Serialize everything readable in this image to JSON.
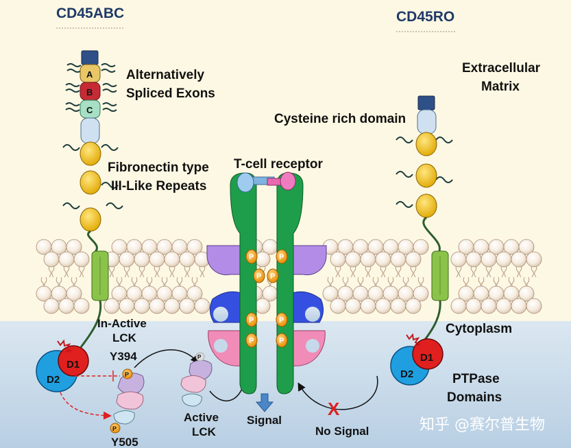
{
  "titles": {
    "left": "CD45ABC",
    "right": "CD45RO"
  },
  "labels": {
    "alt_spliced_1": "Alternatively",
    "alt_spliced_2": "Spliced Exons",
    "exon_a": "A",
    "exon_b": "B",
    "exon_c": "C",
    "fibronectin_1": "Fibronectin type",
    "fibronectin_2": "III-Like Repeats",
    "tcell_receptor": "T-cell receptor",
    "cysteine": "Cysteine rich domain",
    "ecm_1": "Extracellular",
    "ecm_2": "Matrix",
    "cytoplasm": "Cytoplasm",
    "inactive_lck_1": "In-Active",
    "inactive_lck_2": "LCK",
    "y394": "Y394",
    "y505": "Y505",
    "active_lck_1": "Active",
    "active_lck_2": "LCK",
    "signal": "Signal",
    "no_signal": "No Signal",
    "ptpase_1": "PTPase",
    "ptpase_2": "Domains",
    "d1": "D1",
    "d2": "D2",
    "p": "P",
    "x_mark": "X"
  },
  "watermark": "知乎 @赛尔普生物",
  "colors": {
    "title": "#1f3a68",
    "cytoplasm_bg": "#c5d9ea",
    "matrix_bg": "#fdf8e3",
    "lipid_head": "#f5e9dd",
    "green_receptor": "#1e9e4a",
    "purple": "#b28ce6",
    "blue": "#3550e0",
    "pink": "#f08cb7",
    "orange_p": "#f3a51c",
    "d1_red": "#e0201e",
    "d2_blue": "#1f9fe0",
    "yellow_repeat": "#f5c518",
    "cysteine_box": "#cfe0f0",
    "transmembrane_green": "#8bc34a",
    "x_red": "#e02020"
  }
}
